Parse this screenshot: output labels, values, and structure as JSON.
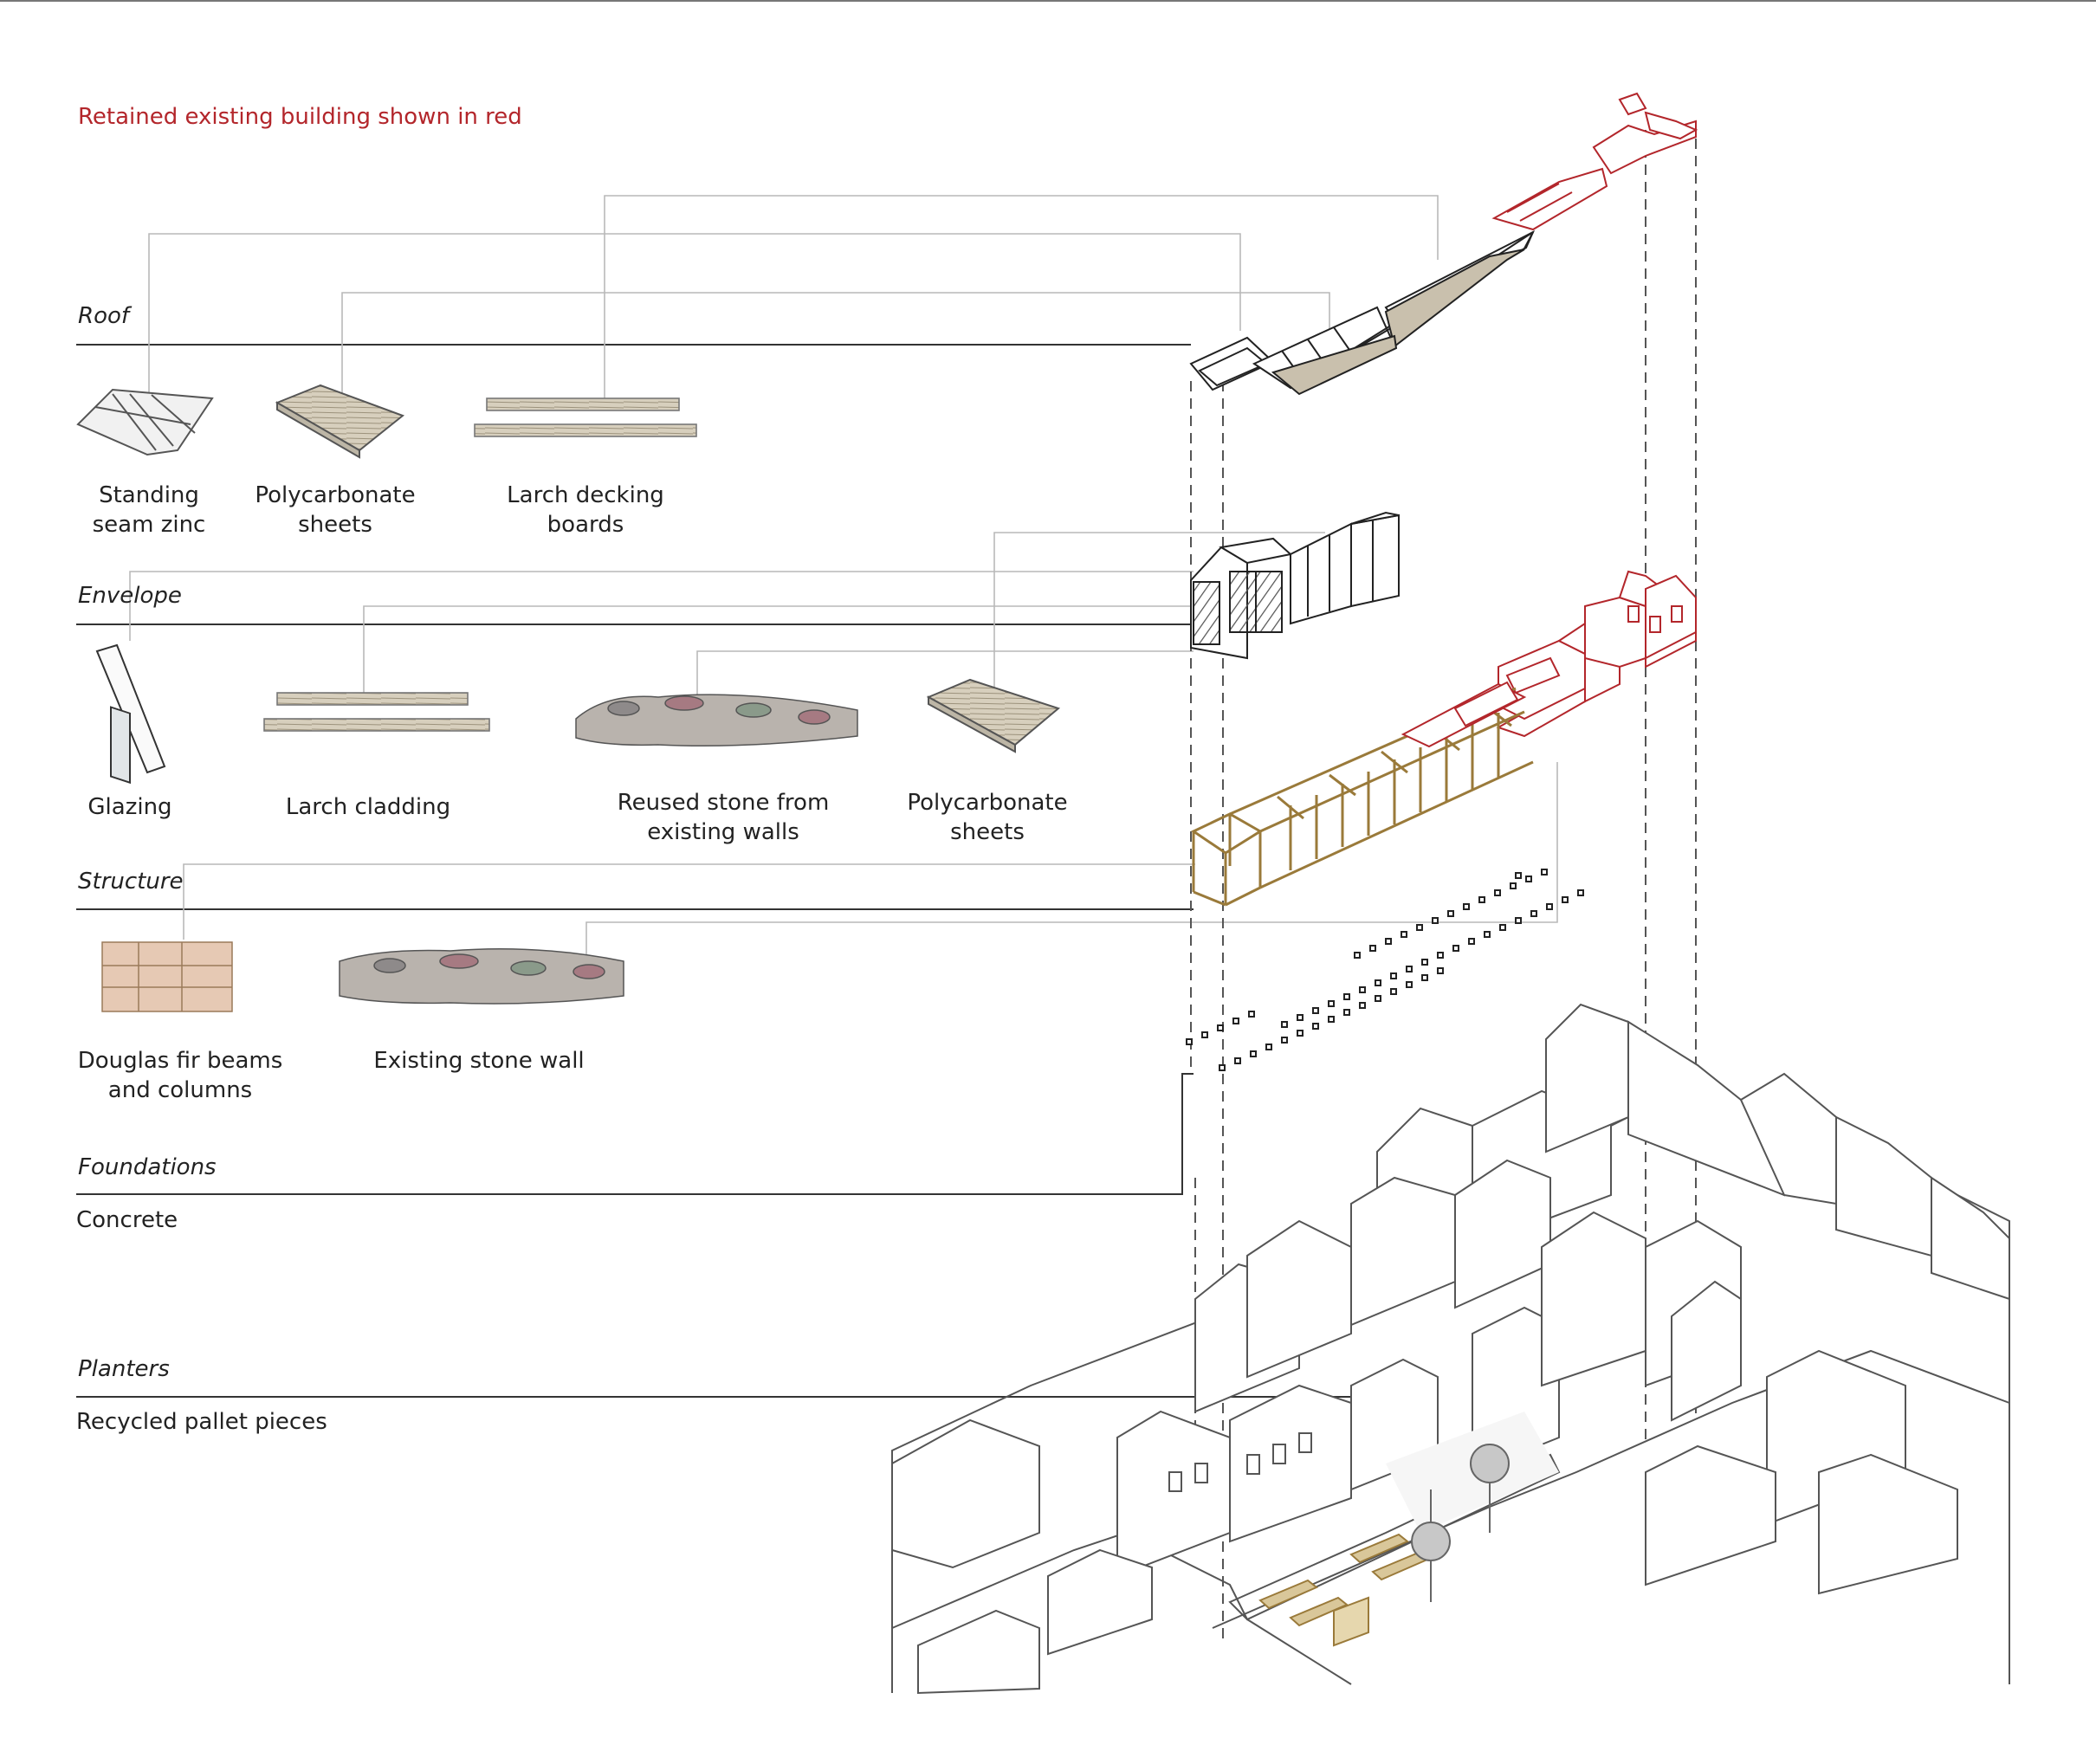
{
  "note": "Retained existing building shown in red",
  "colors": {
    "retained": "#b3262b",
    "line": "#4a4a4a",
    "timber": "#a8894a",
    "leader": "#b9b9b9"
  },
  "layers": {
    "roof": {
      "heading": "Roof",
      "materials": [
        {
          "label": "Standing\nseam zinc",
          "icon": "zinc-sheet-icon"
        },
        {
          "label": "Polycarbonate\nsheets",
          "icon": "polycarbonate-stack-icon"
        },
        {
          "label": "Larch decking\nboards",
          "icon": "larch-boards-icon"
        }
      ]
    },
    "envelope": {
      "heading": "Envelope",
      "materials": [
        {
          "label": "Glazing",
          "icon": "window-icon"
        },
        {
          "label": "Larch cladding",
          "icon": "larch-boards-icon"
        },
        {
          "label": "Reused stone from\nexisting walls",
          "icon": "stone-wall-icon"
        },
        {
          "label": "Polycarbonate\nsheets",
          "icon": "polycarbonate-stack-icon"
        }
      ]
    },
    "structure": {
      "heading": "Structure",
      "materials": [
        {
          "label": "Douglas fir beams\nand columns",
          "icon": "timber-block-icon"
        },
        {
          "label": "Existing stone wall",
          "icon": "stone-wall-icon"
        }
      ]
    },
    "foundations": {
      "heading": "Foundations",
      "materials": [
        {
          "label": "Concrete"
        }
      ]
    },
    "planters": {
      "heading": "Planters",
      "materials": [
        {
          "label": "Recycled pallet pieces"
        }
      ]
    }
  }
}
